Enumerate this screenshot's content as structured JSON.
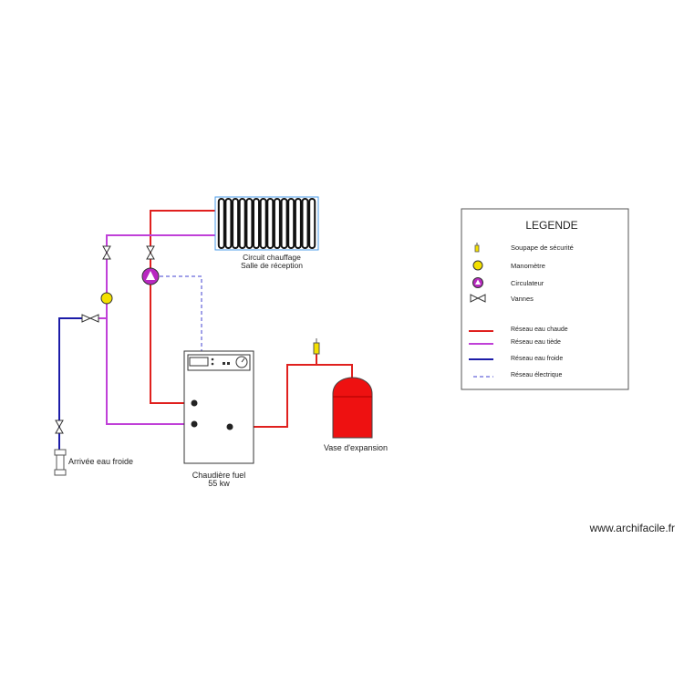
{
  "labels": {
    "radiator_line1": "Circuit chauffage",
    "radiator_line2": "Salle de réception",
    "boiler_line1": "Chaudière fuel",
    "boiler_line2": "55 kw",
    "expansion": "Vase d'expansion",
    "cold_inlet": "Arrivée eau froide"
  },
  "legend": {
    "title": "LEGENDE",
    "safety_valve": "Soupape de sécurité",
    "manometer": "Manomètre",
    "circulator": "Circulateur",
    "valves": "Vannes",
    "hot_network": "Réseau eau chaude",
    "warm_network": "Réseau eau tiède",
    "cold_network": "Réseau eau froide",
    "electric_network": "Réseau électrique"
  },
  "watermark": "www.archifacile.fr",
  "colors": {
    "hot": "#e0201e",
    "warm": "#c040d8",
    "cold": "#1c1ca8",
    "electric": "#8080e0",
    "manometer": "#f4e000",
    "circulator": "#b828c0",
    "expansion_tank": "#ee1111"
  }
}
